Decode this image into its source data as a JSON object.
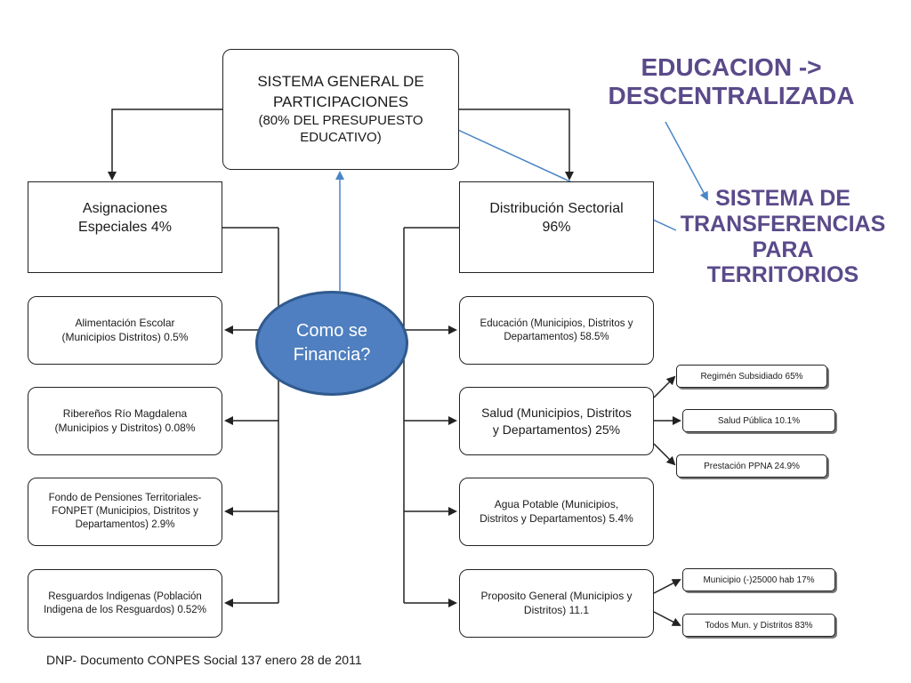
{
  "top": {
    "line1": "SISTEMA GENERAL DE",
    "line2": "PARTICIPACIONES",
    "line3": "(80% DEL PRESUPUESTO",
    "line4": "EDUCATIVO)"
  },
  "headlines": {
    "educacion_line1": "EDUCACION ->",
    "educacion_line2": "DESCENTRALIZADA",
    "sistema_line1": "SISTEMA DE",
    "sistema_line2": "TRANSFERENCIAS",
    "sistema_line3": "PARA",
    "sistema_line4": "TERRITORIOS"
  },
  "left_column": {
    "header_line1": "Asignaciones",
    "header_line2": "Especiales 4%",
    "items": [
      {
        "line1": "Alimentación Escolar",
        "line2": "(Municipios Distritos) 0.5%"
      },
      {
        "line1": "Ribereños Río Magdalena",
        "line2": "(Municipios y Distritos) 0.08%"
      },
      {
        "line1": "Fondo de Pensiones Territoriales-",
        "line2": "FONPET  (Municipios, Distritos y",
        "line3": "Departamentos) 2.9%"
      },
      {
        "line1": "Resguardos Indigenas (Población",
        "line2": "Indigena de los Resguardos) 0.52%"
      }
    ]
  },
  "right_column": {
    "header_line1": "Distribución Sectorial",
    "header_line2": "96%",
    "items": [
      {
        "line1": "Educación (Municipios, Distritos y",
        "line2": "Departamentos) 58.5%"
      },
      {
        "line1": "Salud (Municipios, Distritos",
        "line2": "y Departamentos) 25%"
      },
      {
        "line1": "Agua Potable  (Municipios,",
        "line2": "Distritos y Departamentos) 5.4%"
      },
      {
        "line1": "Proposito General (Municipios y",
        "line2": "Distritos) 11.1"
      }
    ]
  },
  "salud_breakdown": [
    "Regimén Subsidiado 65%",
    "Salud Pública 10.1%",
    "Prestación PPNA 24.9%"
  ],
  "proposito_breakdown": [
    "Municipio (-)25000 hab 17%",
    "Todos Mun. y Distritos 83%"
  ],
  "center": {
    "line1": "Como se",
    "line2": "Financia?"
  },
  "source": "DNP- Documento CONPES Social 137 enero 28 de 2011",
  "colors": {
    "oval_fill": "#4f7fc0",
    "headline": "#5a4a8a",
    "arrow_blue": "#4a86c5",
    "line": "#222222"
  }
}
